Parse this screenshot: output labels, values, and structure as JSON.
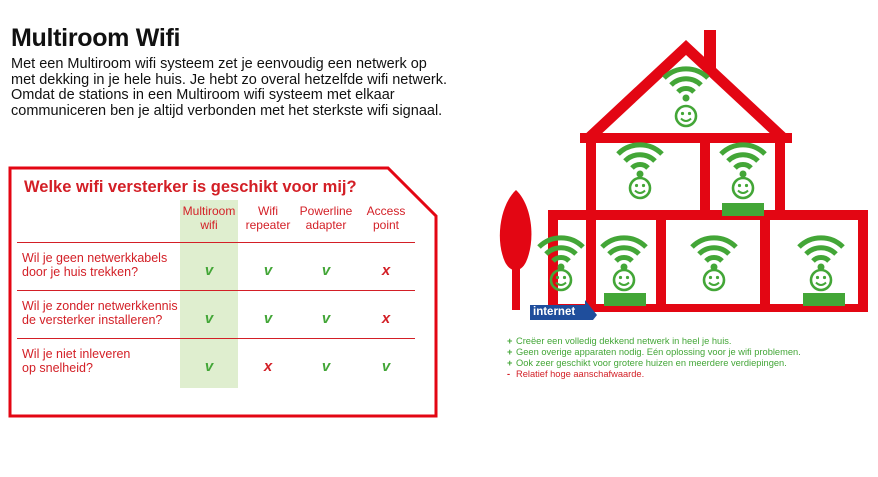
{
  "title": "Multiroom Wifi",
  "intro": [
    "Met een Multiroom wifi systeem zet je eenvoudig een netwerk op",
    "met dekking in je hele huis. Je hebt zo overal hetzelfde wifi netwerk.",
    "Omdat de stations in een Multiroom wifi systeem met elkaar",
    "communiceren ben je altijd verbonden met het sterkste wifi signaal."
  ],
  "comparison": {
    "title": "Welke wifi versterker is geschikt voor mij?",
    "columns": [
      {
        "line1": "Multiroom",
        "line2": "wifi"
      },
      {
        "line1": "Wifi",
        "line2": "repeater"
      },
      {
        "line1": "Powerline",
        "line2": "adapter"
      },
      {
        "line1": "Access",
        "line2": "point"
      }
    ],
    "rows": [
      {
        "line1": "Wil je geen netwerkkabels",
        "line2": "door je huis trekken?",
        "marks": [
          "v",
          "v",
          "v",
          "x"
        ]
      },
      {
        "line1": "Wil je zonder netwerkkennis",
        "line2": "de versterker installeren?",
        "marks": [
          "v",
          "v",
          "v",
          "x"
        ]
      },
      {
        "line1": "Wil je niet inleveren",
        "line2": "op snelheid?",
        "marks": [
          "v",
          "x",
          "v",
          "v"
        ]
      }
    ]
  },
  "colors": {
    "red": "#e30613",
    "green": "#43a637",
    "highlight": "#dfeecf"
  },
  "illustration": {
    "internet_label": "internet",
    "icons": [
      "house-icon",
      "tree-icon",
      "wifi-icon",
      "smiley-icon",
      "station-icon"
    ]
  },
  "bullets": [
    {
      "symbol": "+",
      "text": "Creëer een volledig dekkend netwerk in heel je huis."
    },
    {
      "symbol": "+",
      "text": "Geen overige apparaten nodig. Eén oplossing voor je wifi problemen."
    },
    {
      "symbol": "+",
      "text": "Ook zeer geschikt voor grotere huizen en meerdere verdiepingen."
    },
    {
      "symbol": "-",
      "text": "Relatief hoge aanschafwaarde."
    }
  ]
}
